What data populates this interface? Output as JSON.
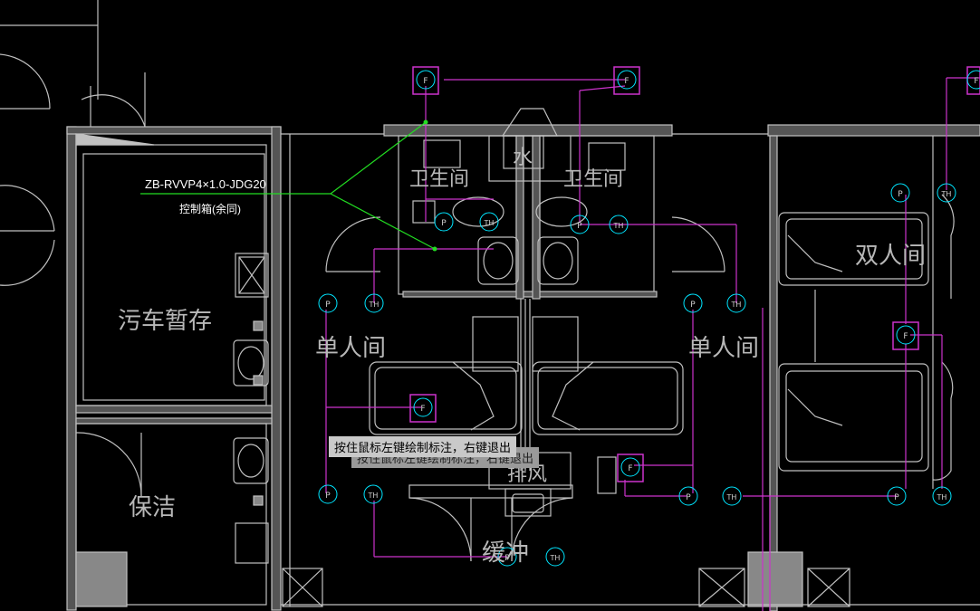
{
  "drawing": {
    "rooms": {
      "dirty_car": "污车暂存",
      "cleaning": "保洁",
      "single_left": "单人间",
      "single_right": "单人间",
      "double_room": "双人间",
      "buffer": "缓冲",
      "exhaust": "排风",
      "water": "水",
      "toilet_left": "卫生间",
      "toilet_right": "卫生间"
    },
    "annotation": {
      "cable": "ZB-RVVP4×1.0-JDG20",
      "box": "控制箱(余同)"
    },
    "symbols": {
      "pressure": "P",
      "temp_humidity": "TH",
      "fan": "F"
    },
    "colors": {
      "background": "#000000",
      "wall": "#c0c0c0",
      "equipment": "#cc33cc",
      "sensor": "#00e5ff",
      "annotation_line": "#22dd22"
    }
  },
  "status": {
    "prompt": "按住鼠标左键绘制标注，右键退出",
    "prompt_echo": "按住鼠标左键绘制标注，右键退出"
  }
}
